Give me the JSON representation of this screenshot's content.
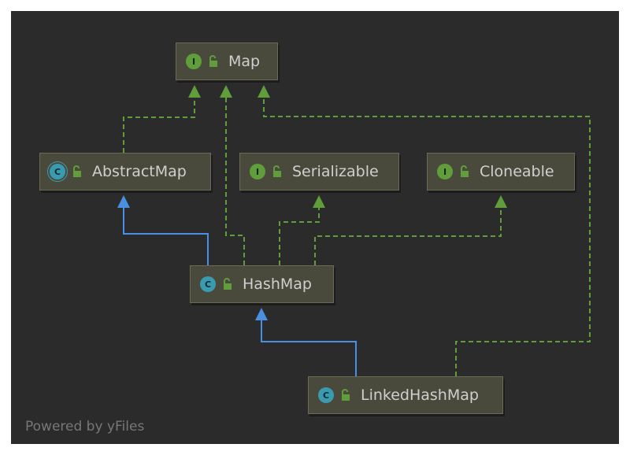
{
  "nodes": {
    "map": {
      "label": "Map",
      "kind": "interface",
      "badge": "I"
    },
    "abstract_map": {
      "label": "AbstractMap",
      "kind": "abstract-class",
      "badge": "C"
    },
    "serializable": {
      "label": "Serializable",
      "kind": "interface",
      "badge": "I"
    },
    "cloneable": {
      "label": "Cloneable",
      "kind": "interface",
      "badge": "I"
    },
    "hash_map": {
      "label": "HashMap",
      "kind": "class",
      "badge": "C"
    },
    "linked_hash_map": {
      "label": "LinkedHashMap",
      "kind": "class",
      "badge": "C"
    }
  },
  "edges": [
    {
      "from": "AbstractMap",
      "to": "Map",
      "style": "implements"
    },
    {
      "from": "HashMap",
      "to": "Map",
      "style": "implements"
    },
    {
      "from": "LinkedHashMap",
      "to": "Map",
      "style": "implements"
    },
    {
      "from": "HashMap",
      "to": "Serializable",
      "style": "implements"
    },
    {
      "from": "HashMap",
      "to": "Cloneable",
      "style": "implements"
    },
    {
      "from": "HashMap",
      "to": "AbstractMap",
      "style": "extends"
    },
    {
      "from": "LinkedHashMap",
      "to": "HashMap",
      "style": "extends"
    }
  ],
  "colors": {
    "background": "#2b2b2b",
    "implements_edge": "#5f9e3a",
    "extends_edge": "#4a90e2",
    "node_fill": "#4a4a3c"
  },
  "footer": {
    "text": "Powered by yFiles"
  }
}
